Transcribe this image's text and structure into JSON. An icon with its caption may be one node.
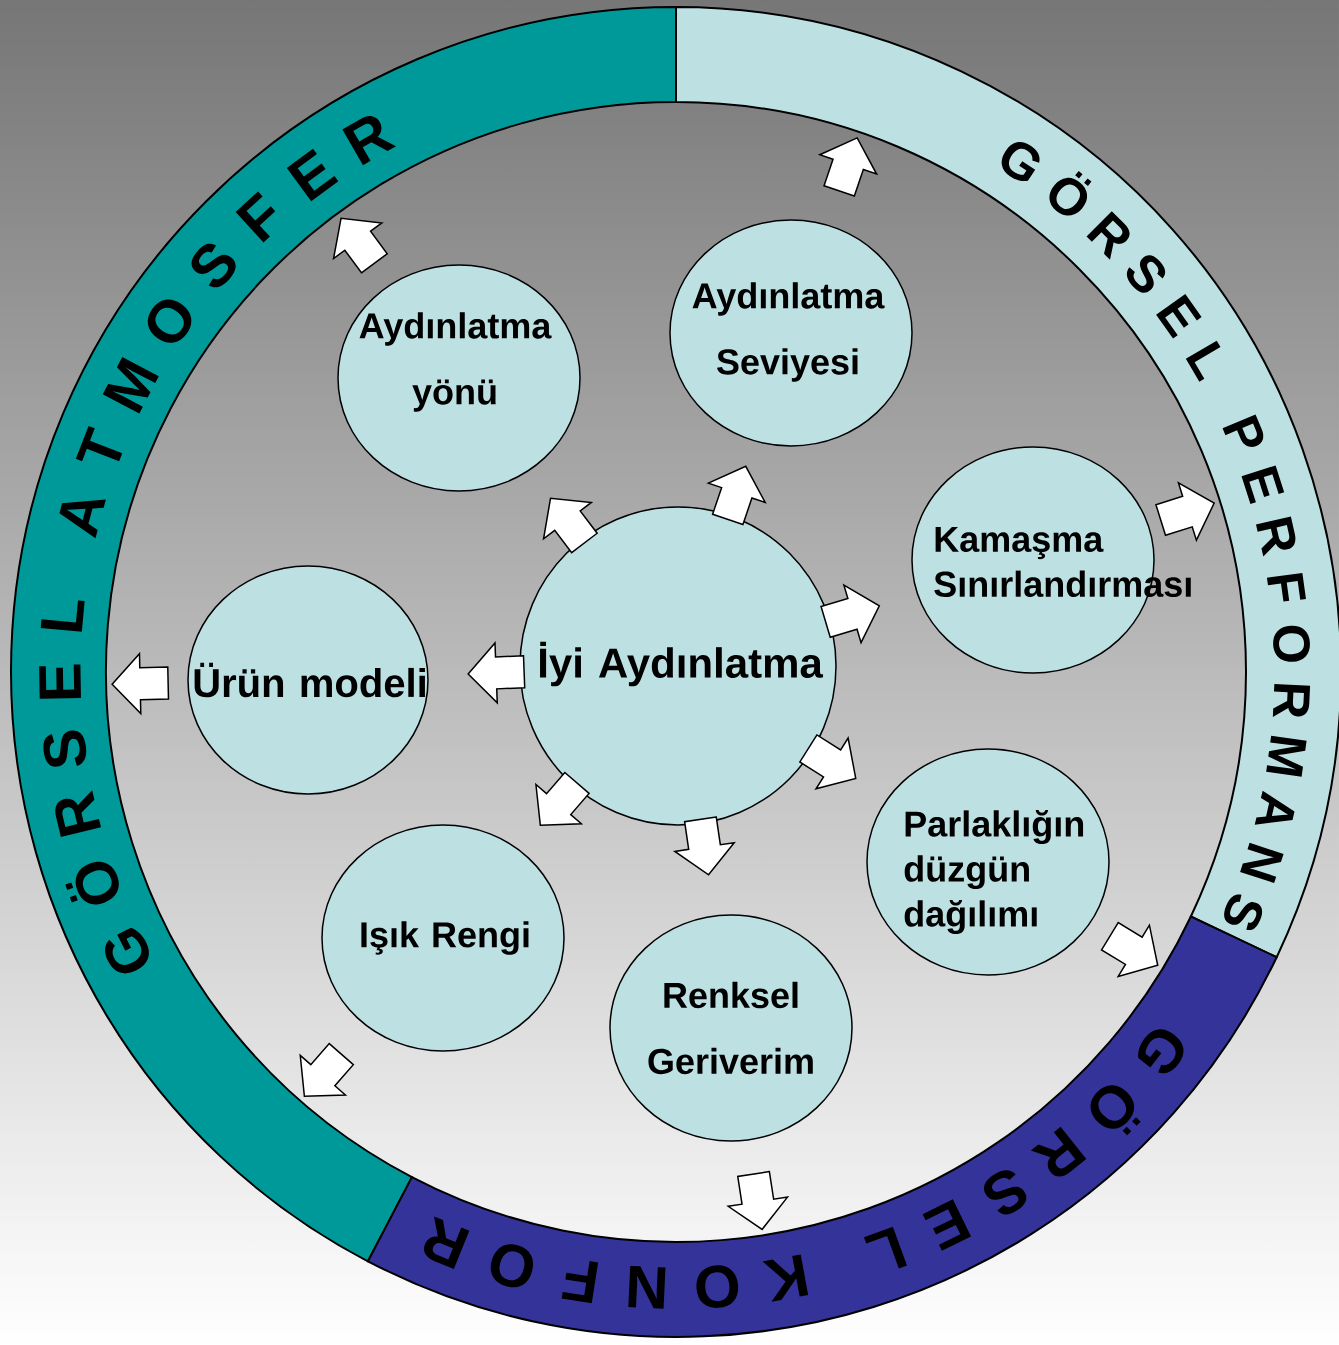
{
  "diagram": {
    "nodes": [
      {
        "text": [
          "GÖRSEL ATMOSFER"
        ]
      },
      {
        "text": [
          "GÖRSEL PERFORMANS"
        ]
      },
      {
        "text": [
          "GÖRSEL KONFOR"
        ]
      },
      {
        "text": [
          "Aydınlatma yönü"
        ]
      },
      {
        "text": [
          "Aydınlatma Seviyesi"
        ]
      },
      {
        "text": [
          "Kamaşma Sınırlandırması"
        ]
      },
      {
        "text": [
          "Ürün modeli"
        ]
      },
      {
        "text": [
          "İyi Aydınlatma"
        ]
      },
      {
        "text": [
          "Parlaklığın düzgün dağılımı"
        ]
      },
      {
        "text": [
          "Işık Rengi"
        ]
      },
      {
        "text": [
          "Renksel Geriverim"
        ]
      }
    ],
    "edges": [
      {
        "from": 7,
        "to": 3,
        "arrow": "to"
      },
      {
        "from": 7,
        "to": 4,
        "arrow": "to"
      },
      {
        "from": 7,
        "to": 5,
        "arrow": "to"
      },
      {
        "from": 7,
        "to": 6,
        "arrow": "to"
      },
      {
        "from": 7,
        "to": 8,
        "arrow": "to"
      },
      {
        "from": 7,
        "to": 9,
        "arrow": "to"
      },
      {
        "from": 7,
        "to": 10,
        "arrow": "to"
      },
      {
        "from": 3,
        "to": 0,
        "arrow": "to"
      },
      {
        "from": 4,
        "to": 1,
        "arrow": "to"
      },
      {
        "from": 5,
        "to": 1,
        "arrow": "to"
      },
      {
        "from": 6,
        "to": 0,
        "arrow": "to"
      },
      {
        "from": 8,
        "to": 2,
        "arrow": "to"
      },
      {
        "from": 9,
        "to": 0,
        "arrow": "to"
      },
      {
        "from": 10,
        "to": 2,
        "arrow": "to"
      }
    ]
  }
}
